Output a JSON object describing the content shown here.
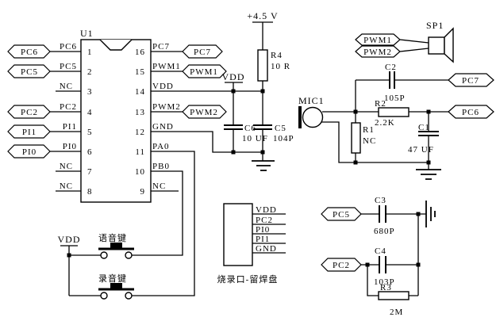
{
  "ic": {
    "ref": "U1",
    "left_pins": [
      {
        "num": "1",
        "name": "PC6"
      },
      {
        "num": "2",
        "name": "PC5"
      },
      {
        "num": "3",
        "name": "NC"
      },
      {
        "num": "4",
        "name": "PC2"
      },
      {
        "num": "5",
        "name": "PI1"
      },
      {
        "num": "6",
        "name": "PI0"
      },
      {
        "num": "7",
        "name": "NC"
      },
      {
        "num": "8",
        "name": "NC"
      }
    ],
    "right_pins": [
      {
        "num": "16",
        "name": "PC7"
      },
      {
        "num": "15",
        "name": "PWM1"
      },
      {
        "num": "14",
        "name": "VDD"
      },
      {
        "num": "13",
        "name": "PWM2"
      },
      {
        "num": "12",
        "name": "GND"
      },
      {
        "num": "11",
        "name": "PA0"
      },
      {
        "num": "10",
        "name": "PB0"
      },
      {
        "num": "9",
        "name": "NC"
      }
    ]
  },
  "tags": {
    "pc6_left": "PC6",
    "pc5_left": "PC5",
    "pc2_left": "PC2",
    "pi1_left": "PI1",
    "pi0_left": "PI0",
    "pc7_ic": "PC7",
    "pwm1_ic": "PWM1",
    "pwm2_ic": "PWM2",
    "pwm1_sp": "PWM1",
    "pwm2_sp": "PWM2",
    "pc7_out": "PC7",
    "pc6_out": "PC6",
    "pc5_out": "PC5",
    "pc2_out": "PC2"
  },
  "power": {
    "supply": "+4.5 V",
    "vdd_top": "VDD",
    "vdd_bottom": "VDD"
  },
  "components": {
    "r4": {
      "ref": "R4",
      "value": "10 R"
    },
    "c6": {
      "ref": "C6",
      "value": "10 UF"
    },
    "c5": {
      "ref": "C5",
      "value": "104P"
    },
    "mic1": {
      "ref": "MIC1"
    },
    "r1": {
      "ref": "R1",
      "value": "NC"
    },
    "r2": {
      "ref": "R2",
      "value": "2.2K"
    },
    "c2": {
      "ref": "C2",
      "value": "105P"
    },
    "c1": {
      "ref": "C1",
      "value": "47 UF"
    },
    "sp1": {
      "ref": "SP1"
    },
    "c3": {
      "ref": "C3",
      "value": "680P"
    },
    "c4": {
      "ref": "C4",
      "value": "103P"
    },
    "r3": {
      "ref": "R3",
      "value": "2M"
    }
  },
  "buttons": {
    "voice": "语音键",
    "record": "录音键"
  },
  "prog_header": {
    "pins": [
      "VDD",
      "PC2",
      "PI0",
      "PI1",
      "GND"
    ],
    "caption": "烧录口-留焊盘"
  },
  "colors": {
    "line": "#000000",
    "background": "#ffffff"
  }
}
